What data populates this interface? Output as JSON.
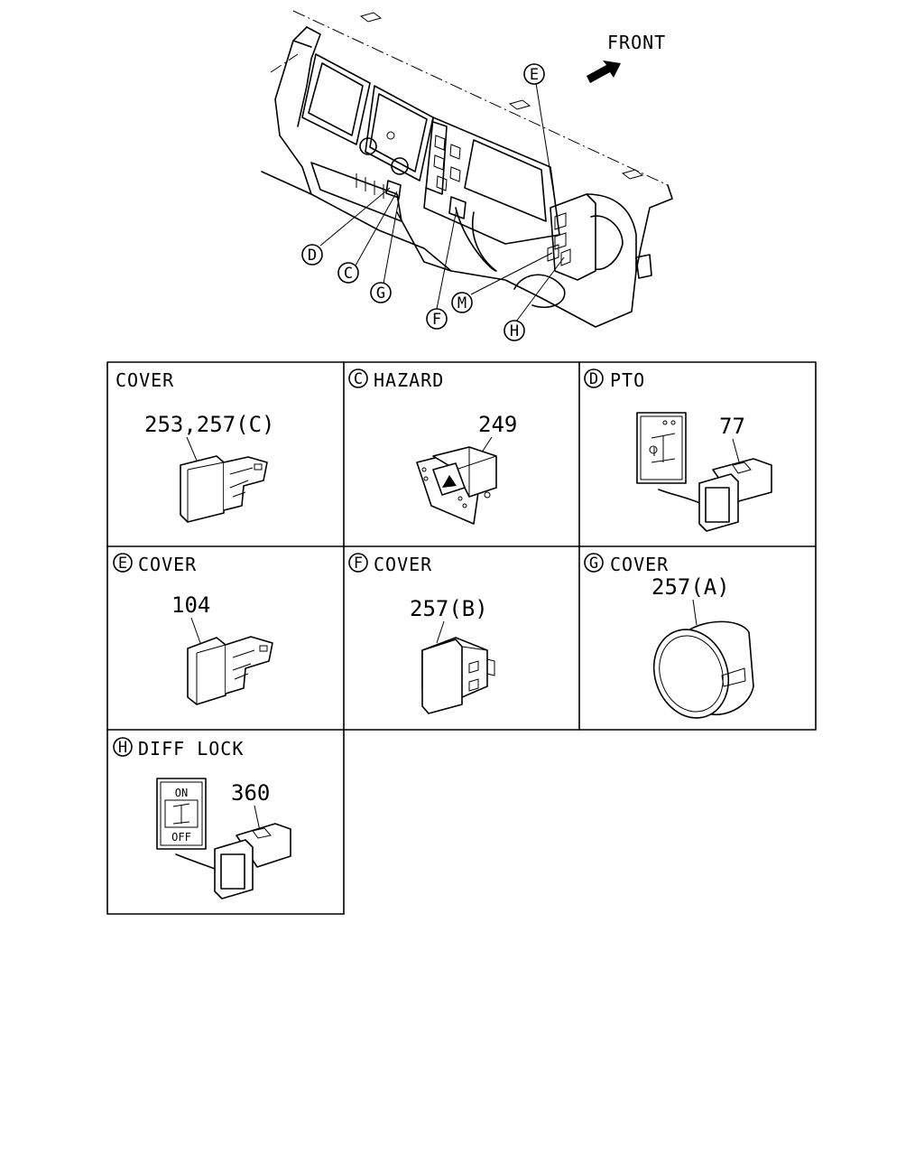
{
  "overview": {
    "front_label": "FRONT",
    "callouts": [
      {
        "id": "E",
        "letter": "E"
      },
      {
        "id": "D",
        "letter": "D"
      },
      {
        "id": "C",
        "letter": "C"
      },
      {
        "id": "G",
        "letter": "G"
      },
      {
        "id": "F",
        "letter": "F"
      },
      {
        "id": "M",
        "letter": "M"
      },
      {
        "id": "H",
        "letter": "H"
      }
    ]
  },
  "panels": {
    "cover": {
      "letter": "",
      "title": "COVER",
      "part": "253,257(C)"
    },
    "hazard": {
      "letter": "C",
      "title": "HAZARD",
      "part": "249"
    },
    "pto": {
      "letter": "D",
      "title": "PTO",
      "part": "77"
    },
    "cover_e": {
      "letter": "E",
      "title": "COVER",
      "part": "104"
    },
    "cover_f": {
      "letter": "F",
      "title": "COVER",
      "part": "257(B)"
    },
    "cover_g": {
      "letter": "G",
      "title": "COVER",
      "part": "257(A)"
    },
    "diff_lock": {
      "letter": "H",
      "title": "DIFF LOCK",
      "part": "360",
      "switch_on": "ON",
      "switch_off": "OFF"
    }
  }
}
